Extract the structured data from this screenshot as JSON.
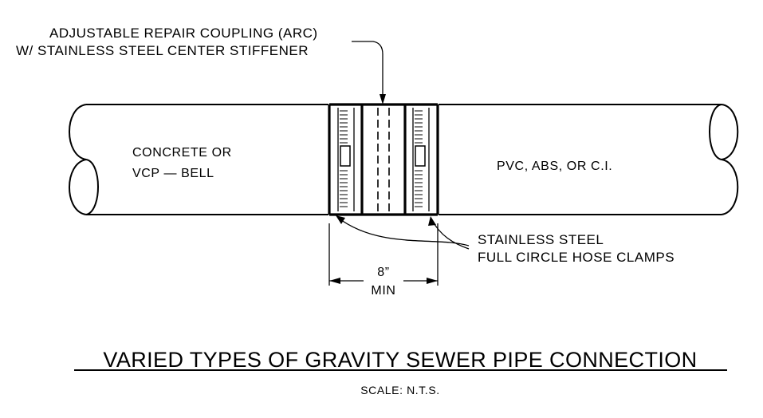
{
  "labels": {
    "coupling_line1": "ADJUSTABLE REPAIR COUPLING (ARC)",
    "coupling_line2": "W/ STAINLESS STEEL CENTER STIFFENER",
    "left_pipe_line1": "CONCRETE OR",
    "left_pipe_line2": "VCP — BELL",
    "right_pipe": "PVC, ABS, OR C.I.",
    "clamps_line1": "STAINLESS STEEL",
    "clamps_line2": "FULL CIRCLE HOSE CLAMPS",
    "dimension_value": "8”",
    "dimension_note": "MIN"
  },
  "footer": {
    "title": "VARIED TYPES OF GRAVITY SEWER PIPE CONNECTION",
    "scale": "SCALE: N.T.S."
  }
}
